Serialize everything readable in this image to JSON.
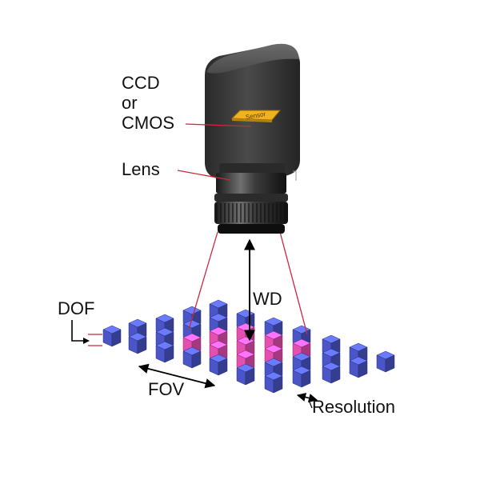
{
  "labels": {
    "ccd": "CCD",
    "or": "or",
    "cmos": "CMOS",
    "lens": "Lens",
    "sensor": "Sensor",
    "dof": "DOF",
    "wd": "WD",
    "fov": "FOV",
    "resolution": "Resolution"
  },
  "colors": {
    "camera_body": "#3a3a3a",
    "sensor": "#f0b21e",
    "cube_blue": "#4a55c8",
    "cube_pink": "#e44fb0",
    "pointer_red": "#c8283c",
    "arrow": "#000000"
  }
}
